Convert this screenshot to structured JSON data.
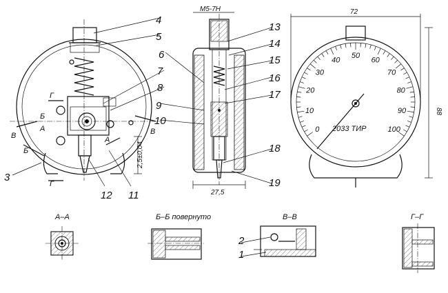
{
  "callouts": [
    "1",
    "2",
    "3",
    "4",
    "5",
    "6",
    "7",
    "8",
    "9",
    "10",
    "11",
    "12",
    "13",
    "14",
    "15",
    "16",
    "17",
    "18",
    "19"
  ],
  "dimensions": {
    "thread": "M5-7H",
    "width_side": "27,5",
    "width_front": "72",
    "height_front": "88",
    "stroke": "2,5±0,04"
  },
  "section_marks": {
    "a": "А",
    "b": "Б",
    "v": "В",
    "g": "Г"
  },
  "sections": {
    "aa": "А–А",
    "bb": "Б–Б повернуто",
    "vv": "В–В",
    "gg": "Г–Г"
  },
  "dial": {
    "ticks": [
      "0",
      "10",
      "20",
      "30",
      "40",
      "50",
      "60",
      "70",
      "80",
      "90",
      "100"
    ],
    "model": "2033 ТИР"
  }
}
